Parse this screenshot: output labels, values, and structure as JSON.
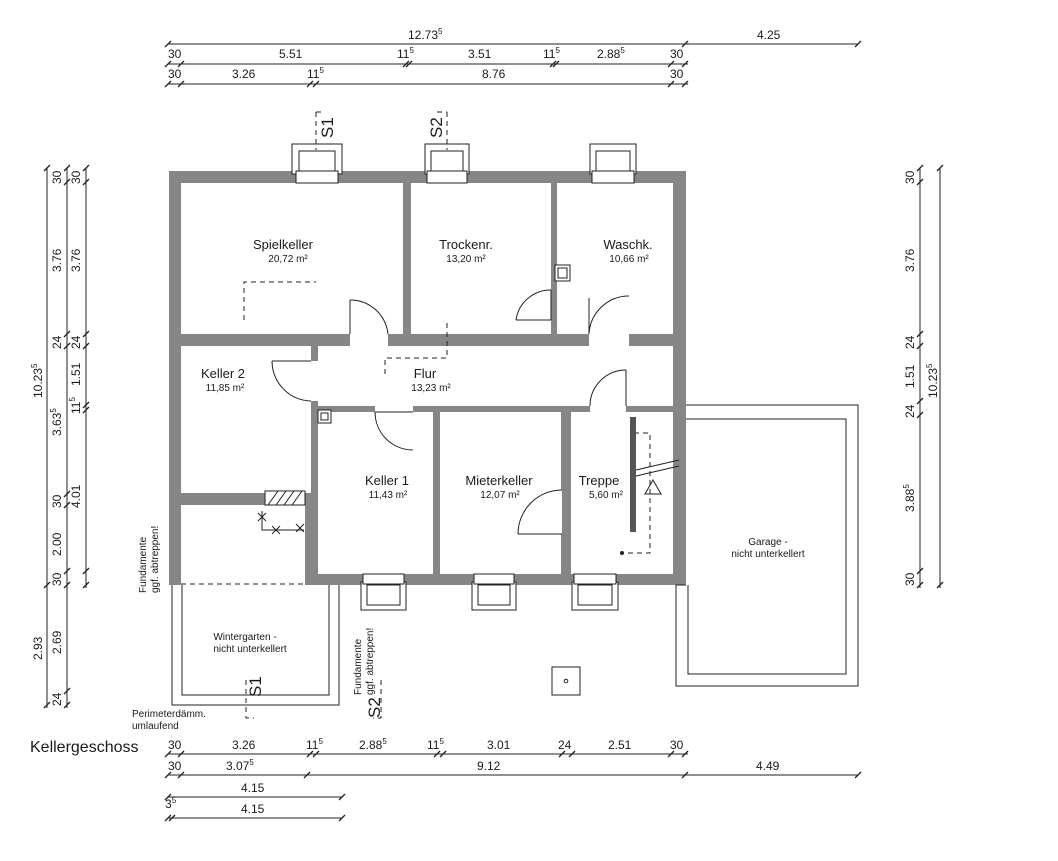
{
  "title": "Kellergeschoss",
  "rooms": {
    "spielkeller": {
      "name": "Spielkeller",
      "area": "20,72 m²"
    },
    "trockenraum": {
      "name": "Trockenr.",
      "area": "13,20 m²"
    },
    "waschkueche": {
      "name": "Waschk.",
      "area": "10,66 m²"
    },
    "keller2": {
      "name": "Keller 2",
      "area": "11,85 m²"
    },
    "flur": {
      "name": "Flur",
      "area": "13,23 m²"
    },
    "keller1": {
      "name": "Keller 1",
      "area": "11,43 m²"
    },
    "mieterkeller": {
      "name": "Mieterkeller",
      "area": "12,07 m²"
    },
    "treppe": {
      "name": "Treppe",
      "area": "5,60 m²"
    }
  },
  "annex": {
    "wintergarten": [
      "Wintergarten -",
      "nicht unterkellert"
    ],
    "garage": [
      "Garage -",
      "nicht unterkellert"
    ]
  },
  "notes": {
    "fundamente_left": [
      "Fundamente",
      "ggf. abtreppen!"
    ],
    "fundamente_mid": [
      "Fundamente",
      "ggf. abtreppen!"
    ],
    "perimeter": [
      "Perimeterdämm.",
      "umlaufend"
    ]
  },
  "sections": {
    "s1": "S1",
    "s2": "S2"
  },
  "dims": {
    "top_overall": "12.73",
    "top_overall_sup": "5",
    "top_garage": "4.25",
    "top_row1": [
      "30",
      "5.51",
      "11",
      "3.51",
      "11",
      "2.88",
      "30"
    ],
    "top_row1_sup": [
      "",
      "",
      "5",
      "",
      "5",
      "5",
      ""
    ],
    "top_row2": [
      "30",
      "3.26",
      "11",
      "8.76",
      "30"
    ],
    "top_row2_sup": [
      "",
      "",
      "5",
      "",
      ""
    ],
    "bottom_row1": [
      "30",
      "3.26",
      "11",
      "2.88",
      "11",
      "3.01",
      "24",
      "2.51",
      "30"
    ],
    "bottom_row1_sup": [
      "",
      "",
      "5",
      "5",
      "5",
      "",
      "",
      "",
      ""
    ],
    "bottom_row2": [
      "30",
      "3.07",
      "9.12",
      "4.49"
    ],
    "bottom_row2_sup": [
      "",
      "5",
      "",
      ""
    ],
    "bottom_row3": "4.15",
    "bottom_row4": [
      "3",
      "4.15"
    ],
    "bottom_row4_sup": [
      "5",
      ""
    ],
    "left_outer": [
      "10.23",
      "2.93"
    ],
    "left_outer_sup": [
      "5",
      ""
    ],
    "left_mid": [
      "30",
      "3.76",
      "24",
      "3.63",
      "30",
      "2.00",
      "30",
      "24"
    ],
    "left_mid_sup": [
      "",
      "",
      "",
      "5",
      "",
      "",
      "",
      ""
    ],
    "left_inner": [
      "30",
      "3.76",
      "24",
      "1.51",
      "11",
      "4.01",
      "2.69"
    ],
    "left_inner_sup": [
      "",
      "",
      "",
      "",
      "5",
      "",
      ""
    ],
    "right_inner": [
      "30",
      "3.76",
      "24",
      "1.51",
      "24",
      "3.88",
      "30"
    ],
    "right_inner_sup": [
      "",
      "",
      "",
      "",
      "",
      "5",
      ""
    ],
    "right_outer": "10.23",
    "right_outer_sup": "5"
  }
}
